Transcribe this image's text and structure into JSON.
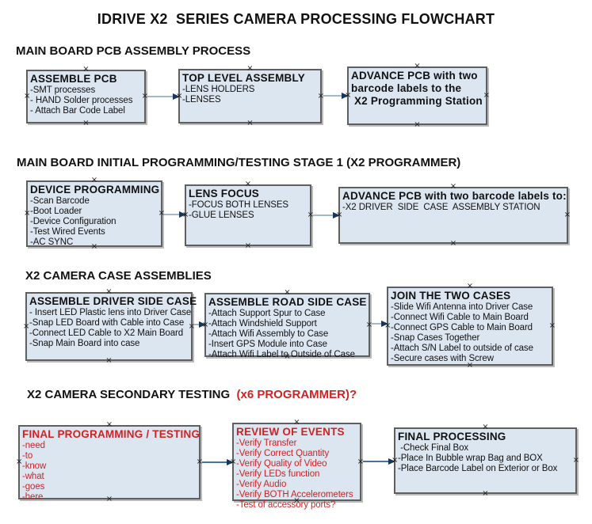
{
  "title": "IDRIVE X2  SERIES CAMERA PROCESSING FLOWCHART",
  "sections": {
    "pcb_assembly": "MAIN BOARD PCB ASSEMBLY PROCESS",
    "initial_programming": "MAIN BOARD INITIAL PROGRAMMING/TESTING STAGE 1 (X2 PROGRAMMER)",
    "case_assemblies": "X2 CAMERA CASE ASSEMBLIES",
    "secondary_testing_black": "X2 CAMERA SECONDARY TESTING ",
    "secondary_testing_red": " (x6 PROGRAMMER)?"
  },
  "boxes": [
    {
      "title": "ASSEMBLE PCB",
      "lines": [
        "-SMT processes",
        "- HAND Solder processes",
        "- Attach Bar Code Label"
      ]
    },
    {
      "title": "TOP LEVEL ASSEMBLY",
      "lines": [
        "-LENS HOLDERS",
        "-LENSES"
      ]
    },
    {
      "title": "ADVANCE PCB with two",
      "lines": [
        "barcode labels to the",
        " X2 Programming Station"
      ]
    },
    {
      "title": "DEVICE PROGRAMMING",
      "lines": [
        "-Scan Barcode",
        "-Boot Loader",
        "-Device Configuration",
        "-Test Wired Events",
        "-AC SYNC"
      ]
    },
    {
      "title": "LENS FOCUS",
      "lines": [
        "-FOCUS BOTH LENSES",
        "-GLUE LENSES"
      ]
    },
    {
      "title": "ADVANCE PCB with two barcode labels to:",
      "lines": [
        "-X2 DRIVER  SIDE  CASE  ASSEMBLY STATION"
      ]
    },
    {
      "title": "ASSEMBLE DRIVER SIDE CASE",
      "lines": [
        "- Insert LED Plastic lens into Driver Case",
        "-Snap LED Board with Cable into Case",
        "-Connect LED Cable to X2 Main Board",
        "-Snap Main Board into case"
      ]
    },
    {
      "title": "ASSEMBLE ROAD SIDE CASE",
      "lines": [
        "-Attach Support Spur to Case",
        "-Attach Windshield Support",
        "-Attach Wifi Assembly to Case",
        "-Insert GPS Module into Case",
        "-Attach Wifi Label to Outside of Case"
      ]
    },
    {
      "title": "JOIN THE TWO CASES",
      "lines": [
        "-Slide Wifi Antenna into Driver Case",
        "-Connect Wifi Cable to Main Board",
        "-Connect GPS Cable to Main Board",
        "-Snap Cases Together",
        "-Attach S/N Label to outside of case",
        "-Secure cases with Screw"
      ]
    },
    {
      "title": "FINAL PROGRAMMING / TESTING",
      "lines": [
        "-need",
        "-to",
        "-know",
        "-what",
        "-goes",
        "-here"
      ]
    },
    {
      "title": "REVIEW OF EVENTS",
      "lines": [
        "-Verify Transfer",
        "-Verify Correct Quantity",
        "-Verify Quality of Video",
        "-Verify LEDs function",
        "-Verify Audio",
        "-Verify BOTH Accelerometers",
        "-Test of accessory ports?"
      ]
    },
    {
      "title": "FINAL PROCESSING",
      "lines": [
        " -Check Final Box",
        "-Place In Bubble wrap Bag and BOX",
        "-Place Barcode Label on Exterior or Box"
      ]
    }
  ],
  "icons": {
    "connector_handle": "×"
  },
  "colors": {
    "box_fill": "#dce6f1",
    "box_border": "#5f5f5f",
    "arrow_line": "#a5b8c9",
    "arrow_line_dark": "#4a6fa3",
    "arrow_head": "#17365d",
    "red_text": "#cf2323"
  }
}
